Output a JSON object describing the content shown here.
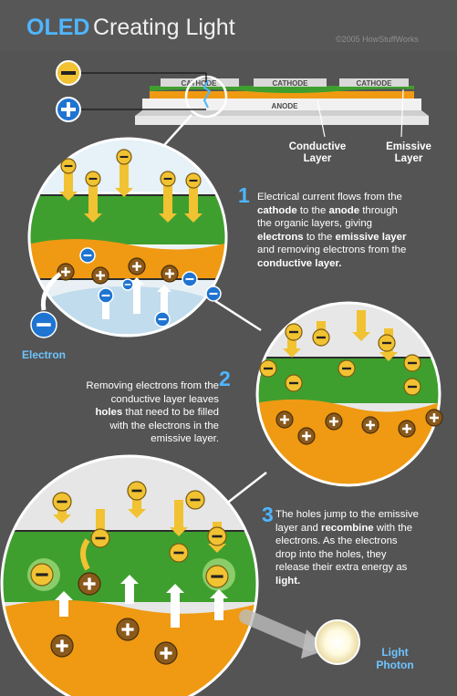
{
  "title": {
    "accent": "OLED",
    "main": "Creating Light"
  },
  "copyright": "©2005 HowStuffWorks",
  "device": {
    "cathode_labels": [
      "CATHODE",
      "CATHODE",
      "CATHODE"
    ],
    "anode_label": "ANODE",
    "conductive_label": [
      "Conductive",
      "Layer"
    ],
    "emissive_label": [
      "Emissive",
      "Layer"
    ]
  },
  "steps": [
    {
      "number": "1",
      "lines": [
        [
          {
            "t": "Electrical current flows from the"
          }
        ],
        [
          {
            "t": "cathode",
            "b": true
          },
          {
            "t": " to the "
          },
          {
            "t": "anode",
            "b": true
          },
          {
            "t": " through"
          }
        ],
        [
          {
            "t": "the organic layers, giving"
          }
        ],
        [
          {
            "t": "electrons",
            "b": true
          },
          {
            "t": " to the "
          },
          {
            "t": "emissive layer",
            "b": true
          }
        ],
        [
          {
            "t": "and removing electrons from the"
          }
        ],
        [
          {
            "t": "conductive layer.",
            "b": true
          }
        ]
      ]
    },
    {
      "number": "2",
      "lines": [
        [
          {
            "t": "Removing electrons from the"
          }
        ],
        [
          {
            "t": "conductive layer leaves"
          }
        ],
        [
          {
            "t": "holes",
            "b": true
          },
          {
            "t": " that need to be filled"
          }
        ],
        [
          {
            "t": "with the electrons in the"
          }
        ],
        [
          {
            "t": "emissive layer."
          }
        ]
      ]
    },
    {
      "number": "3",
      "lines": [
        [
          {
            "t": "The holes jump to the emissive"
          }
        ],
        [
          {
            "t": "layer and "
          },
          {
            "t": "recombine",
            "b": true
          },
          {
            "t": " with the"
          }
        ],
        [
          {
            "t": "electrons. As the electrons"
          }
        ],
        [
          {
            "t": "drop into the holes, they"
          }
        ],
        [
          {
            "t": "release their extra energy as"
          }
        ],
        [
          {
            "t": "light.",
            "b": true
          }
        ]
      ]
    }
  ],
  "electron_label": "Electron",
  "photon_label": [
    "Light",
    "Photon"
  ],
  "symbols": {
    "minus": "−",
    "plus": "+"
  },
  "colors": {
    "background": "#545454",
    "accent_blue": "#4fb6ff",
    "emissive_green": "#3f9f2e",
    "conductive_orange": "#ef9a12",
    "electron_yellow": "#f1c232",
    "hole_brown": "#8a5a1c"
  }
}
